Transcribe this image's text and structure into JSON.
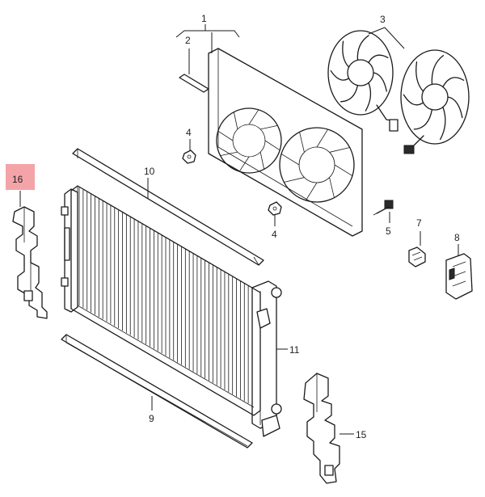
{
  "highlight_color": "#f4a4a8",
  "ink_color": "#1a1a1a",
  "callouts": {
    "c1": "1",
    "c2": "2",
    "c3": "3",
    "c4a": "4",
    "c4b": "4",
    "c5": "5",
    "c7": "7",
    "c8": "8",
    "c9": "9",
    "c10": "10",
    "c11": "11",
    "c15": "15",
    "c16": "16"
  }
}
